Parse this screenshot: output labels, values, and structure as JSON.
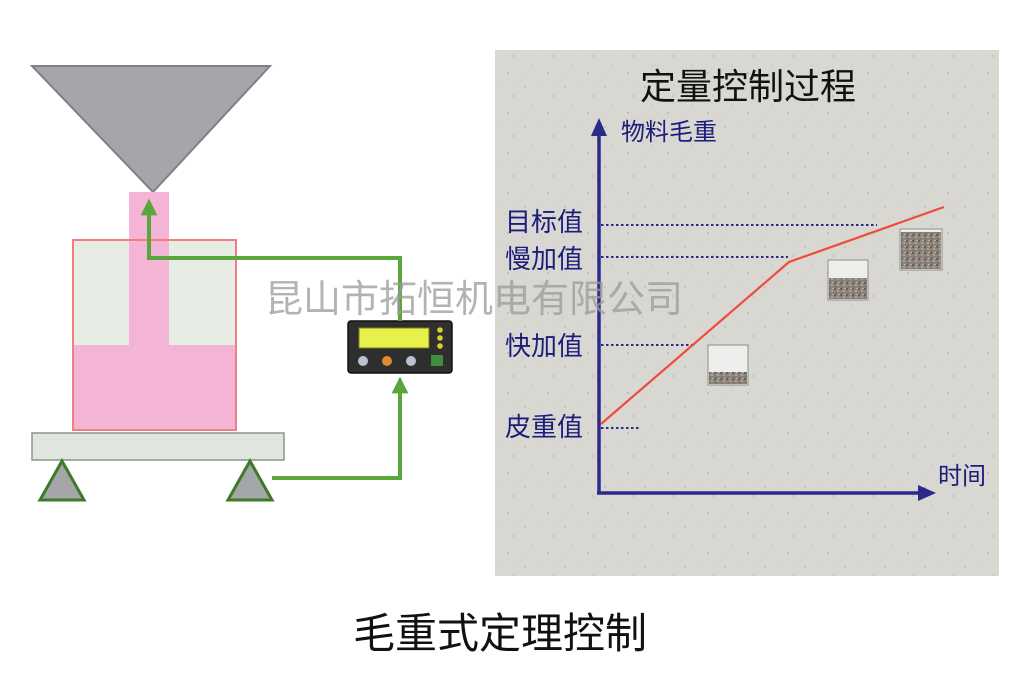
{
  "chart": {
    "title": "定量控制过程",
    "y_axis_label": "物料毛重",
    "x_axis_label": "时间",
    "levels": {
      "target": "目标值",
      "slow": "慢加值",
      "fast": "快加值",
      "tare": "皮重值"
    }
  },
  "watermark": "昆山市拓恒机电有限公司",
  "caption": "毛重式定理控制",
  "colors": {
    "hopper": "#a4a6a9",
    "container_border": "#f08080",
    "material": "#f4b4d6",
    "arrow": "#5aa63a",
    "axis": "#2a2a8a",
    "process_line": "#f04a3a",
    "level_line": "#2a2a8a",
    "chart_bg": "#d6d5d0",
    "display_screen": "#e8f04a",
    "indicator_body": "#2e2e2e"
  },
  "icons": [
    "hopper-icon",
    "weighing-indicator-icon",
    "scale-support-icon",
    "material-sample-icon"
  ]
}
